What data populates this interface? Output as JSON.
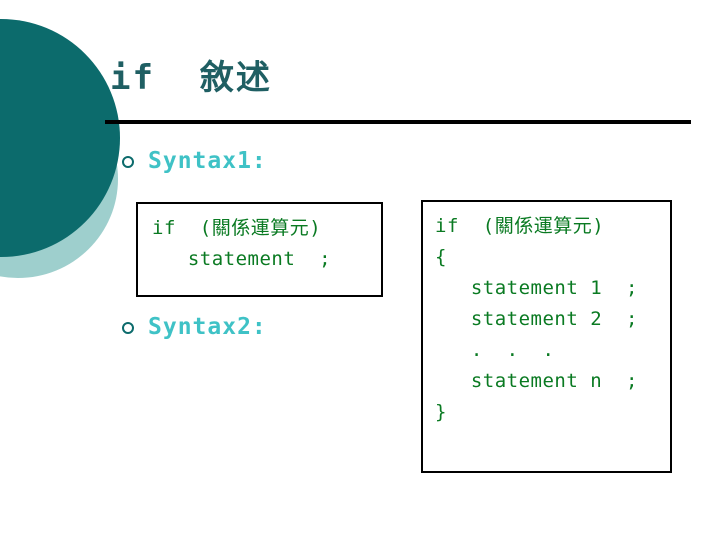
{
  "slide": {
    "title": "if  敘述",
    "accent_dark": "#0c6b6c",
    "accent_light": "#9ecfcd",
    "label_color": "#3fc2c6",
    "code_color": "#0a7a22",
    "title_color": "#1f5f63",
    "rule_color": "#000000",
    "background": "#ffffff"
  },
  "sections": [
    {
      "bullet": "○",
      "label": "Syntax1:",
      "code": "if  (關係運算元)\n   statement  ;"
    },
    {
      "bullet": "○",
      "label": "Syntax2:",
      "code": "if  (關係運算元)\n{\n   statement 1  ;\n   statement 2  ;\n   .  .  .\n   statement n  ;\n}"
    }
  ]
}
